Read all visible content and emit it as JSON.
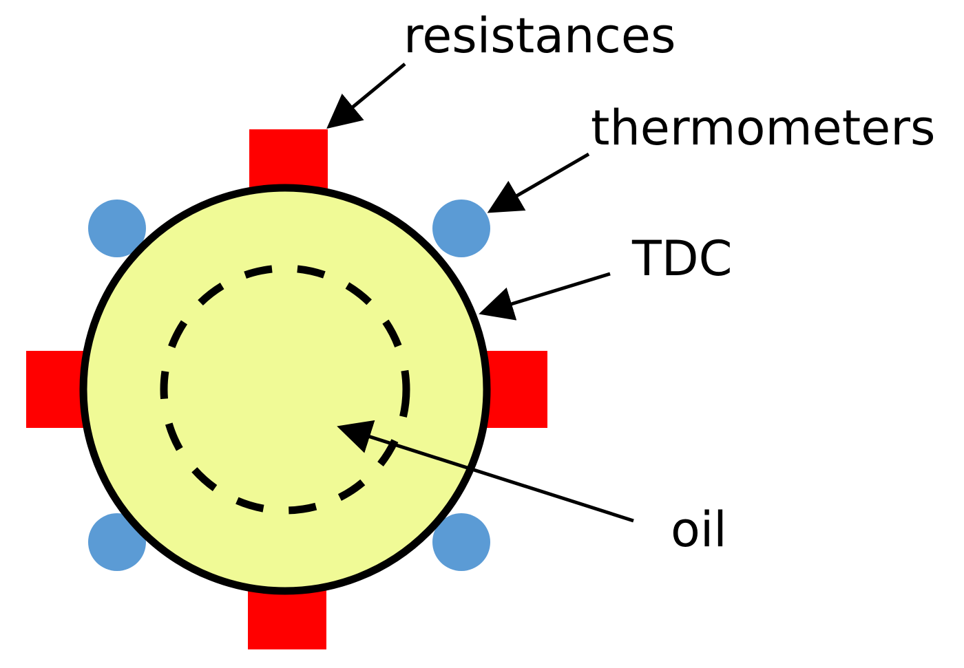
{
  "labels": {
    "resistances": "resistances",
    "thermometers": "thermometers",
    "tdc": "TDC",
    "oil": "oil"
  },
  "colors": {
    "background": "#ffffff",
    "tdc_fill": "#f0fa96",
    "outline": "#000000",
    "resistance": "#ff0000",
    "thermometer": "#5b9bd5"
  },
  "components": {
    "resistance_count": 4,
    "thermometer_count": 4
  }
}
